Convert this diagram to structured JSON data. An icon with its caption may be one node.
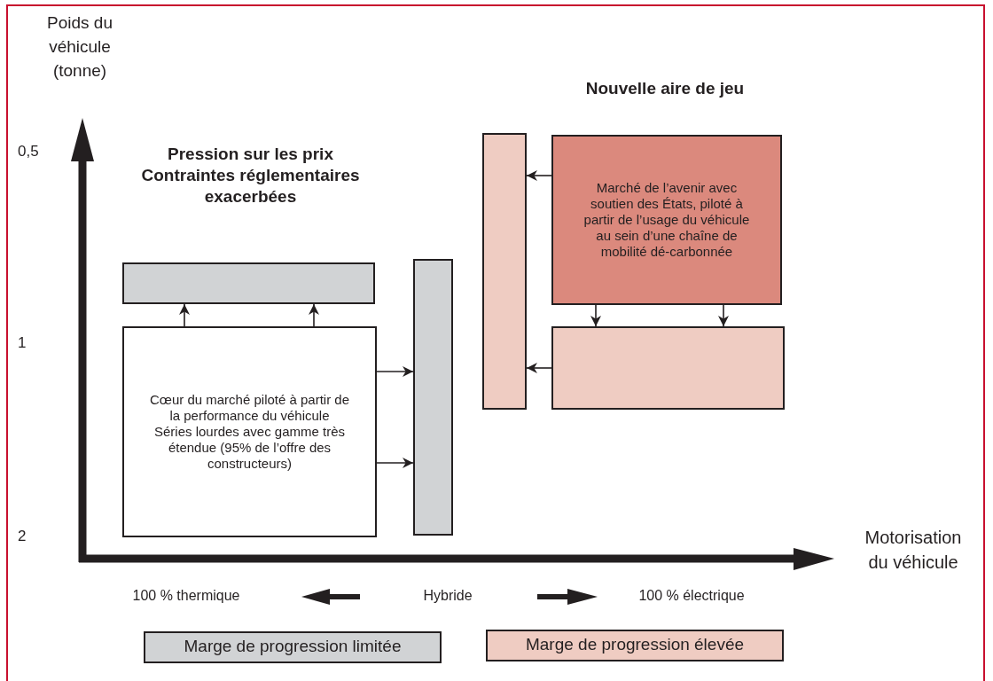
{
  "diagram": {
    "nodes": [
      {
        "text": [
          "Cœur du marché piloté à partir de la performance du véhicule",
          "Séries lourdes avec gamme très étendue (95% de l’offre des constructeurs)"
        ]
      },
      {
        "text": [],
        "shape": "box"
      },
      {
        "text": [],
        "shape": "box"
      },
      {
        "text": [
          "Marché de l’avenir avec soutien des États, piloté à partir de l’usage du véhicule au sein d’une chaîne de mobilité dé-carbonnée"
        ]
      },
      {
        "text": [],
        "shape": "box"
      },
      {
        "text": [],
        "shape": "box"
      }
    ],
    "edges": [
      {
        "from": 0,
        "to": 1,
        "arrow": "to"
      },
      {
        "from": 0,
        "to": 1,
        "arrow": "to"
      },
      {
        "from": 0,
        "to": 2,
        "arrow": "to"
      },
      {
        "from": 0,
        "to": 2,
        "arrow": "to"
      },
      {
        "from": 3,
        "to": 4,
        "arrow": "to"
      },
      {
        "from": 5,
        "to": 4,
        "arrow": "to"
      },
      {
        "from": 3,
        "to": 5,
        "arrow": "to"
      },
      {
        "from": 3,
        "to": 5,
        "arrow": "to"
      }
    ],
    "labels": [
      "Poids du véhicule (tonne)",
      "Nouvelle aire de jeu",
      "0,5",
      "Pression sur les prix Contraintes réglementaires exacerbées",
      "1",
      "2",
      "Motorisation du véhicule",
      "100 % thermique",
      "Hybride",
      "100 % électrique"
    ],
    "legend": [
      {
        "text": "Marge de progression limitée",
        "color": "#d1d3d5"
      },
      {
        "text": "Marge de progression élevée",
        "color": "#efccc2"
      }
    ]
  }
}
